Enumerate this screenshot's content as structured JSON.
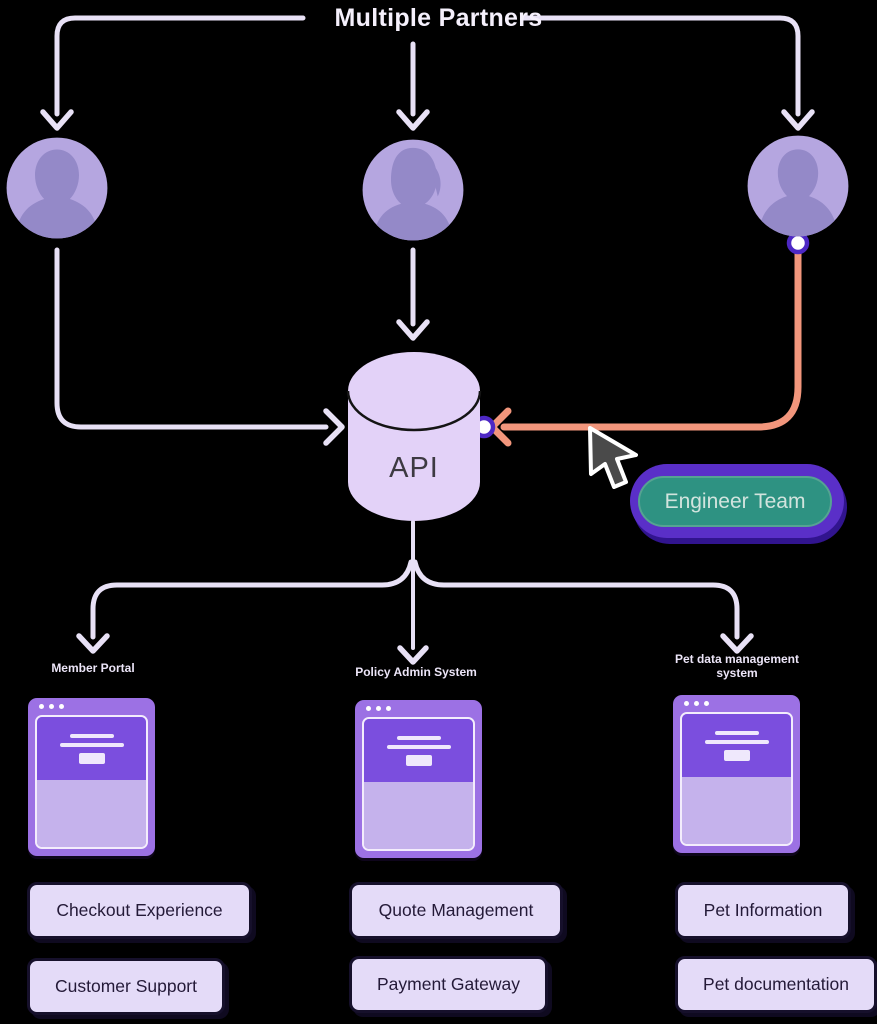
{
  "title": "Multiple Partners",
  "api": {
    "label": "API"
  },
  "engineer_badge": {
    "label": "Engineer Team"
  },
  "systems": [
    {
      "label": "Member Portal",
      "features": [
        "Checkout Experience",
        "Customer Support"
      ]
    },
    {
      "label": "Policy Admin System",
      "features": [
        "Quote Management",
        "Payment Gateway"
      ]
    },
    {
      "label": "Pet data management system",
      "features": [
        "Pet Information",
        "Pet documentation"
      ]
    }
  ],
  "icons": {
    "partners": [
      "user-avatar-icon",
      "user-avatar-icon",
      "user-avatar-icon"
    ],
    "api": "database-cylinder-icon",
    "cursor": "cursor-pointer-icon",
    "window_controls": "window-dots-icon",
    "connection_points": "connection-dot-icon"
  },
  "colors": {
    "background": "#000000",
    "connector": "#e8e1f6",
    "highlight_connector": "#f2967c",
    "avatar_fill": "#b5a6e0",
    "avatar_silhouette": "#9489c8",
    "api_fill": "#e3d2f8",
    "badge_fill": "#2e9282",
    "badge_border": "#5a2fc8",
    "window_frame": "#9c71e4",
    "window_header": "#7b4ede",
    "window_body": "#c5b2ec",
    "feature_fill": "#e4dbf8",
    "feature_text": "#241a38",
    "connection_ring": "#4d28c4"
  }
}
